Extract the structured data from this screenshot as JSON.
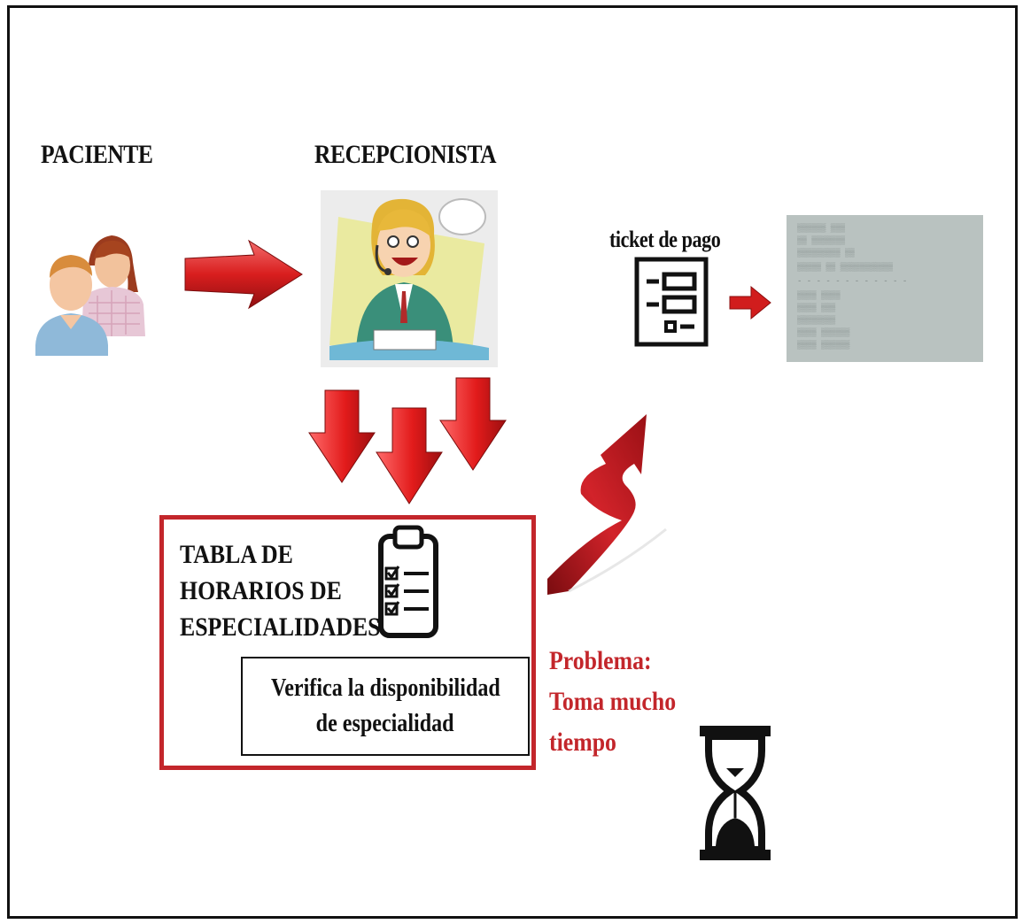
{
  "labels": {
    "paciente": "PACIENTE",
    "recepcionista": "RECEPCIONISTA",
    "ticket": "ticket de pago"
  },
  "table": {
    "title_lines": [
      "TABLA DE",
      "HORARIOS DE",
      "ESPECIALIDADES"
    ],
    "verify_lines": [
      "Verifica la disponibilidad",
      "de especialidad"
    ]
  },
  "problem": {
    "lines": [
      "Problema:",
      "Toma mucho",
      "tiempo"
    ]
  },
  "icons": {
    "patients": "patients-icon",
    "receptionist": "receptionist-illustration",
    "ticket_form": "form-icon",
    "receipt": "receipt-photo",
    "clipboard": "clipboard-checklist-icon",
    "hourglass": "hourglass-icon",
    "arrows": "red-arrow-icon"
  },
  "colors": {
    "accent_red": "#c3262b",
    "text": "#111111",
    "receipt_gray": "#b9c2c0"
  }
}
